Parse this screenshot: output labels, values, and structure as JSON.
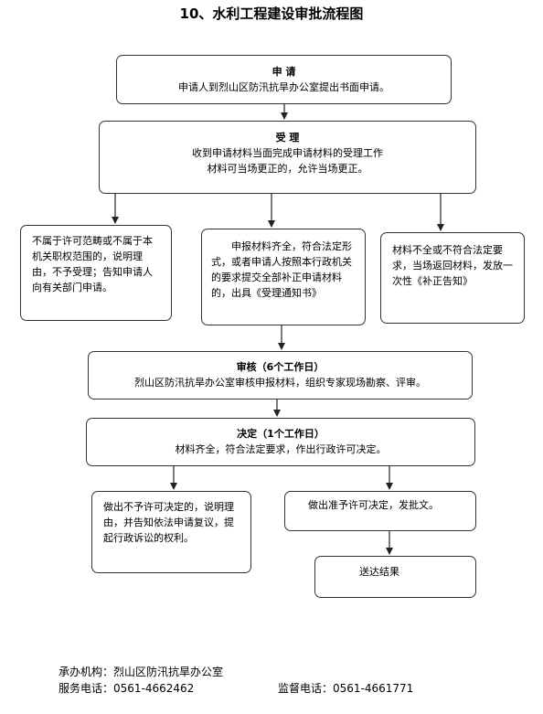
{
  "title": "10、水利工程建设审批流程图",
  "nodes": {
    "apply": {
      "heading": "申  请",
      "text": "申请人到烈山区防汛抗旱办公室提出书面申请。"
    },
    "accept": {
      "heading": "受  理",
      "line1": "收到申请材料当面完成申请材料的受理工作",
      "line2": "材料可当场更正的，允许当场更正。"
    },
    "not_accept": {
      "text": "不属于许可范畴或不属于本机关职权范围的，说明理由，不予受理；告知申请人向有关部门申请。"
    },
    "complete": {
      "text": "申报材料齐全，符合法定形式，或者申请人按照本行政机关的要求提交全部补正申请材料的，出具《受理通知书》"
    },
    "incomplete": {
      "text": "材料不全或不符合法定要求，当场返回材料，发放一次性《补正告知》"
    },
    "review": {
      "heading": "审核（6个工作日）",
      "text": "烈山区防汛抗旱办公室审核申报材料，组织专家现场勘察、评审。"
    },
    "decide": {
      "heading": "决定（1个工作日）",
      "text": "材料齐全，符合法定要求，作出行政许可决定。"
    },
    "deny": {
      "text": "做出不予许可决定的，说明理由，并告知依法申请复议，提起行政诉讼的权利。"
    },
    "approve": {
      "text": "做出准予许可决定，发批文。"
    },
    "deliver": {
      "text": "送达结果"
    }
  },
  "footer": {
    "org": "承办机构：烈山区防汛抗旱办公室",
    "service": "服务电话：0561-4662462",
    "supervise": "监督电话：0561-4661771"
  }
}
